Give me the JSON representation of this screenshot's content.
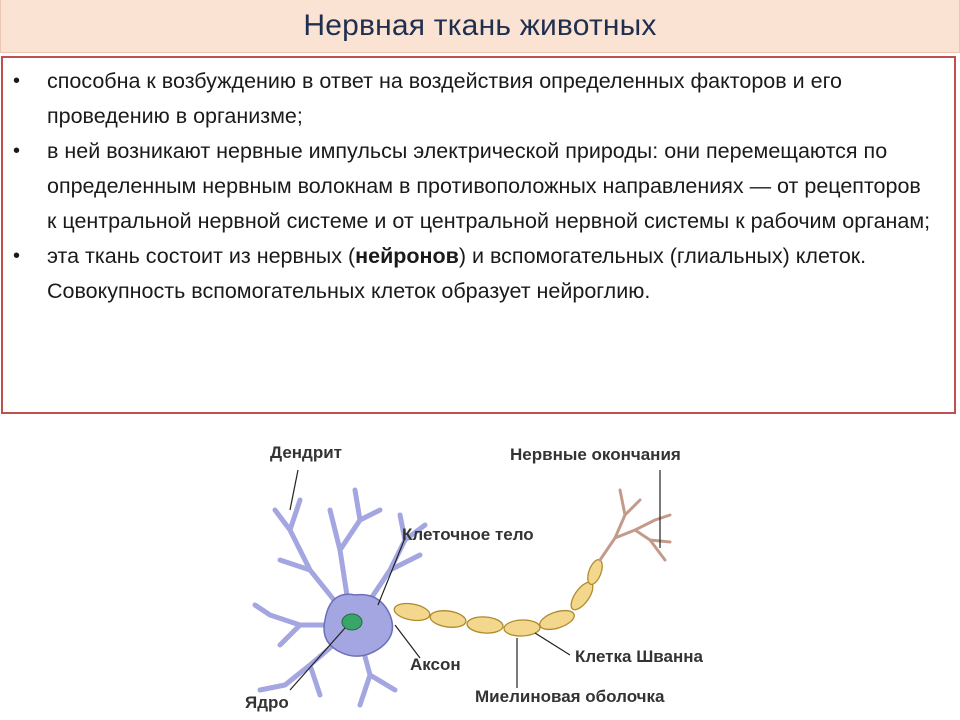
{
  "title": "Нервная ткань животных",
  "bullets": [
    {
      "text": "способна к возбуждению в ответ на воздействия определенных факторов и его проведению в организме;"
    },
    {
      "text": "в ней возникают нервные импульсы электрической природы: они перемещаются по определенным нервным волокнам в противоположных направлениях — от рецепторов к центральной нервной системе и от центральной нервной системы к рабочим органам;"
    },
    {
      "text_before": "эта ткань состоит из нервных (",
      "bold": "нейронов",
      "text_after": ") и вспомогательных (глиальных) клеток. Совокупность вспомогательных клеток образует нейроглию."
    }
  ],
  "diagram": {
    "labels": {
      "dendrite": "Дендрит",
      "nerve_endings": "Нервные окончания",
      "cell_body": "Клеточное тело",
      "axon": "Аксон",
      "schwann_cell": "Клетка Шванна",
      "nucleus": "Ядро",
      "myelin_sheath": "Миелиновая оболочка"
    },
    "colors": {
      "neuron_fill": "#a3a6e0",
      "neuron_stroke": "#6b6fb8",
      "nucleus_fill": "#3aa56a",
      "myelin_fill": "#f3d78c",
      "myelin_stroke": "#b08a2e",
      "endings_color": "#c49a8a"
    }
  }
}
